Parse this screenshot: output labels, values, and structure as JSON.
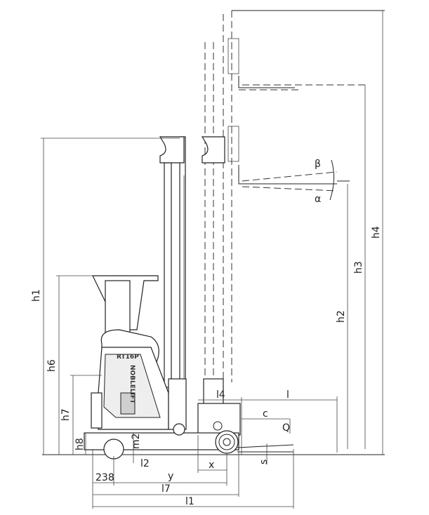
{
  "model": "RT16P",
  "brand": "NOBLELIFT",
  "dimensions": {
    "h1": "h1",
    "h6": "h6",
    "h7": "h7",
    "h8": "h8",
    "m2": "m2",
    "h2": "h2",
    "h3": "h3",
    "h4": "h4",
    "l1": "l1",
    "l2": "l2",
    "l4": "l4",
    "l7": "l7",
    "l": "l",
    "x": "x",
    "y": "y",
    "c": "c",
    "Q": "Q",
    "s": "s",
    "offset": "238",
    "beta": "β",
    "alpha": "α"
  }
}
